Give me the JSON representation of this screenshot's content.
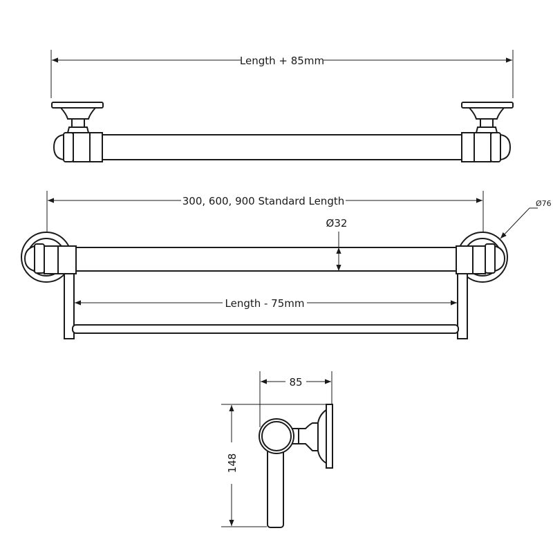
{
  "top_view": {
    "overall_dimension": "Length + 85mm"
  },
  "front_view": {
    "standard_length": "300, 600, 900 Standard Length",
    "bar_diameter": "Ø32",
    "backplate_diameter": "Ø76",
    "inner_length": "Length - 75mm"
  },
  "side_view": {
    "projection": "85",
    "height": "148"
  }
}
